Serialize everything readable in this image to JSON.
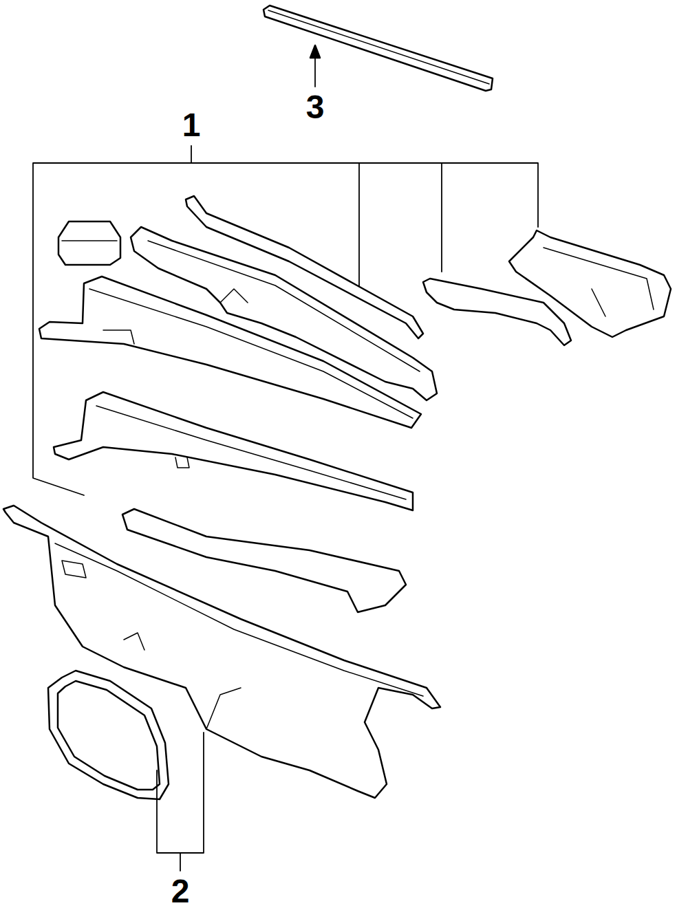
{
  "diagram": {
    "labels": [
      "3",
      "1",
      "2"
    ]
  }
}
